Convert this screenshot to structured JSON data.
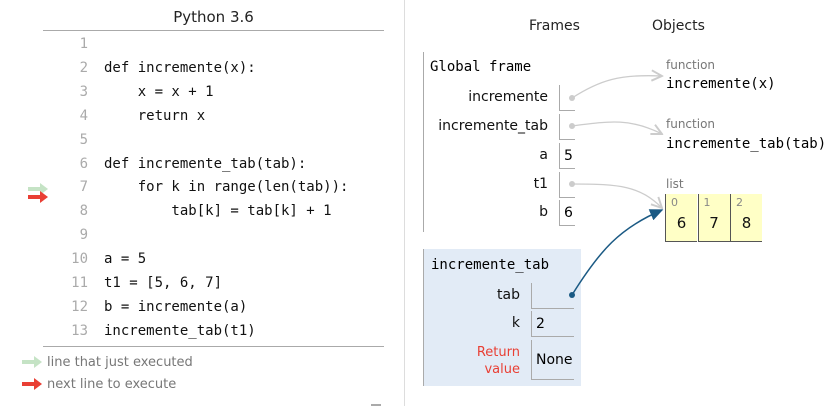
{
  "title": "Python 3.6",
  "code": [
    {
      "n": "1",
      "t": ""
    },
    {
      "n": "2",
      "t": "def incremente(x):"
    },
    {
      "n": "3",
      "t": "    x = x + 1"
    },
    {
      "n": "4",
      "t": "    return x"
    },
    {
      "n": "5",
      "t": ""
    },
    {
      "n": "6",
      "t": "def incremente_tab(tab):"
    },
    {
      "n": "7",
      "t": "    for k in range(len(tab)):"
    },
    {
      "n": "8",
      "t": "        tab[k] = tab[k] + 1"
    },
    {
      "n": "9",
      "t": ""
    },
    {
      "n": "10",
      "t": "a = 5"
    },
    {
      "n": "11",
      "t": "t1 = [5, 6, 7]"
    },
    {
      "n": "12",
      "t": "b = incremente(a)"
    },
    {
      "n": "13",
      "t": "incremente_tab(t1)"
    }
  ],
  "legend": {
    "just_executed": "line that just executed",
    "next_line": "next line to execute"
  },
  "colors": {
    "just_executed": "#c5e3c5",
    "next_line": "#e93f34",
    "pointer": "#1b5a84",
    "frame_bg": "#e2ebf6",
    "list_bg": "#ffffc6",
    "return": "#e93f34"
  },
  "headers": {
    "frames": "Frames",
    "objects": "Objects"
  },
  "global_frame": {
    "title": "Global frame",
    "vars": [
      {
        "name": "incremente",
        "value": ""
      },
      {
        "name": "incremente_tab",
        "value": ""
      },
      {
        "name": "a",
        "value": "5"
      },
      {
        "name": "t1",
        "value": ""
      },
      {
        "name": "b",
        "value": "6"
      }
    ]
  },
  "local_frame": {
    "title": "incremente_tab",
    "vars": [
      {
        "name": "tab",
        "value": ""
      },
      {
        "name": "k",
        "value": "2"
      }
    ],
    "return_label_1": "Return",
    "return_label_2": "value",
    "return_value": "None"
  },
  "objects": {
    "f1": {
      "kind": "function",
      "name": "incremente(x)"
    },
    "f2": {
      "kind": "function",
      "name": "incremente_tab(tab)"
    },
    "list": {
      "kind": "list",
      "items": [
        {
          "i": "0",
          "v": "6"
        },
        {
          "i": "1",
          "v": "7"
        },
        {
          "i": "2",
          "v": "8"
        }
      ]
    }
  }
}
